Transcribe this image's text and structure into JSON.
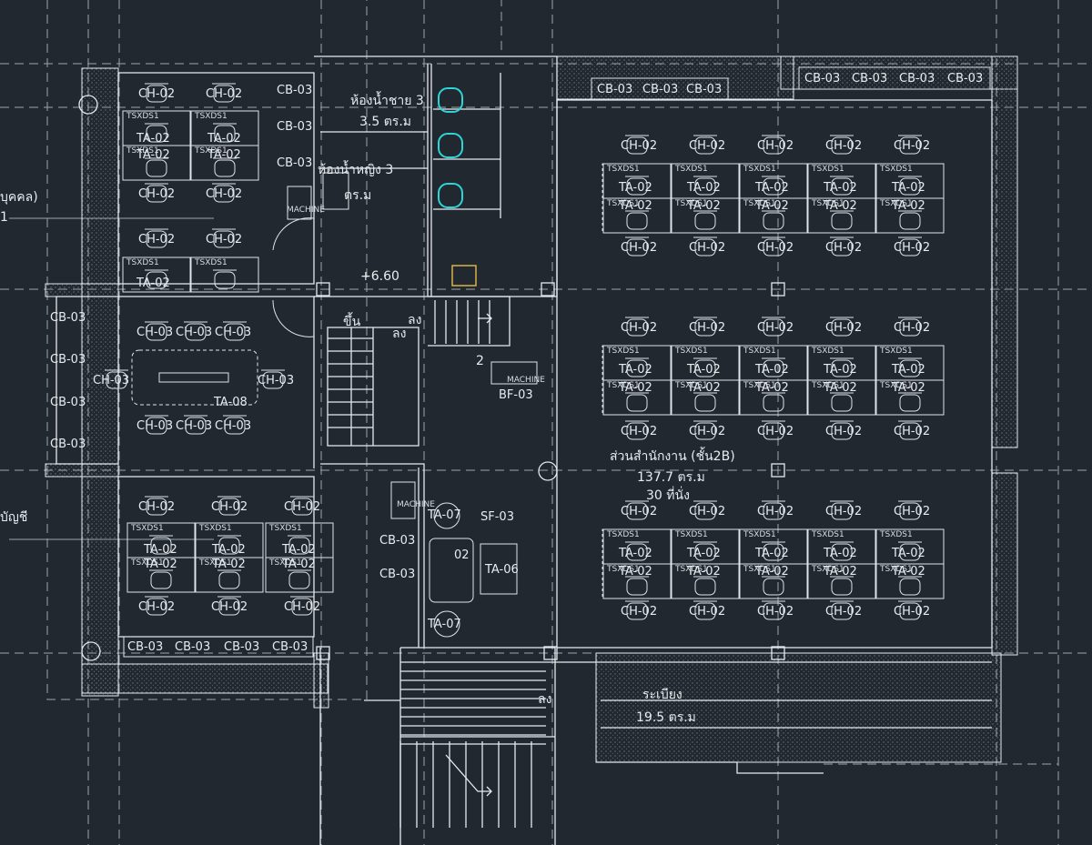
{
  "rooms": {
    "toilet_male": {
      "name": "ห้องน้ำชาย 3",
      "area": "3.5 ตร.ม"
    },
    "toilet_female": {
      "name": "ห้องน้ำหญิง 3",
      "area": "ตร.ม"
    },
    "office": {
      "name": "ส่วนสำนักงาน (ชั้น2B)",
      "area": "137.7 ตร.ม",
      "seats": "30 ที่นั่ง"
    },
    "balcony": {
      "name": "ระเบียง",
      "area": "19.5 ตร.ม"
    }
  },
  "labels": {
    "level": "+6.60",
    "stair_up": "ขึ้น",
    "stair_down": "ลง",
    "stair_down_2": "ลง",
    "stair_down_3": "ลง",
    "num_2": "2",
    "machine": "MACHINE",
    "left_cut_1": "บุคคล)",
    "left_cut_2": "1",
    "left_cut_3": "บัญชี"
  },
  "tags": {
    "cb03": "CB-03",
    "ch02": "CH-02",
    "ch03": "CH-03",
    "ta02": "TA-02",
    "ta08": "TA-08",
    "ta06": "TA-06",
    "ta07": "TA-07",
    "sf03": "SF-03",
    "bf03": "BF-03",
    "desk_code": "TSXDS1"
  },
  "colors": {
    "background": "#212830",
    "line": "#e6eaee",
    "grid": "#9aa4ad",
    "accent": "#2fd4d6",
    "hatch": "#8a939b"
  }
}
